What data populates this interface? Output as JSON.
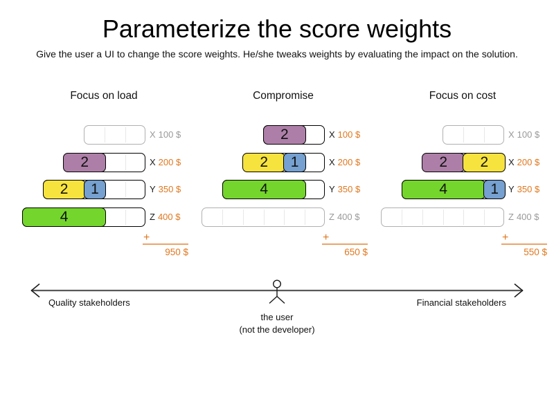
{
  "title": "Parameterize the score weights",
  "subtitle": "Give the user a UI to change the score weights. He/she tweaks weights by evaluating the impact on the solution.",
  "colors": {
    "purple": "#ad7fa8",
    "yellow": "#f7e33d",
    "blue": "#75a0d0",
    "green": "#74d52c",
    "orange": "#e0771e",
    "orange_light": "#eba468",
    "muted": "#999999"
  },
  "columns": [
    {
      "title": "Focus on load",
      "rows": [
        {
          "cells": 3,
          "active": false,
          "blocks": [],
          "label_letter": "X",
          "label_amount": "100 $"
        },
        {
          "cells": 4,
          "active": true,
          "blocks": [
            {
              "value": "2",
              "span": 2,
              "color": "purple"
            }
          ],
          "label_letter": "X",
          "label_amount": "200 $"
        },
        {
          "cells": 5,
          "active": true,
          "blocks": [
            {
              "value": "2",
              "span": 2,
              "color": "yellow"
            },
            {
              "value": "1",
              "span": 1,
              "color": "blue"
            }
          ],
          "label_letter": "Y",
          "label_amount": "350 $"
        },
        {
          "cells": 6,
          "active": true,
          "blocks": [
            {
              "value": "4",
              "span": 4,
              "color": "green"
            }
          ],
          "label_letter": "Z",
          "label_amount": "400 $"
        }
      ],
      "plus_sign": "+",
      "total": "950 $"
    },
    {
      "title": "Compromise",
      "rows": [
        {
          "cells": 3,
          "active": true,
          "blocks": [
            {
              "value": "2",
              "span": 2,
              "color": "purple"
            }
          ],
          "label_letter": "X",
          "label_amount": "100 $"
        },
        {
          "cells": 4,
          "active": true,
          "blocks": [
            {
              "value": "2",
              "span": 2,
              "color": "yellow"
            },
            {
              "value": "1",
              "span": 1,
              "color": "blue"
            }
          ],
          "label_letter": "X",
          "label_amount": "200 $"
        },
        {
          "cells": 5,
          "active": true,
          "blocks": [
            {
              "value": "4",
              "span": 4,
              "color": "green"
            }
          ],
          "label_letter": "Y",
          "label_amount": "350 $"
        },
        {
          "cells": 6,
          "active": false,
          "blocks": [],
          "label_letter": "Z",
          "label_amount": "400 $"
        }
      ],
      "plus_sign": "+",
      "total": "650 $"
    },
    {
      "title": "Focus on cost",
      "rows": [
        {
          "cells": 3,
          "active": false,
          "blocks": [],
          "label_letter": "X",
          "label_amount": "100 $"
        },
        {
          "cells": 4,
          "active": true,
          "blocks": [
            {
              "value": "2",
              "span": 2,
              "color": "purple"
            },
            {
              "value": "2",
              "span": 2,
              "color": "yellow"
            }
          ],
          "label_letter": "X",
          "label_amount": "200 $"
        },
        {
          "cells": 5,
          "active": true,
          "blocks": [
            {
              "value": "4",
              "span": 4,
              "color": "green"
            },
            {
              "value": "1",
              "span": 1,
              "color": "blue"
            }
          ],
          "label_letter": "Y",
          "label_amount": "350 $"
        },
        {
          "cells": 6,
          "active": false,
          "blocks": [],
          "label_letter": "Z",
          "label_amount": "400 $"
        }
      ],
      "plus_sign": "+",
      "total": "550 $"
    }
  ],
  "axis": {
    "left_label": "Quality stakeholders",
    "right_label": "Financial stakeholders",
    "user_label_line1": "the user",
    "user_label_line2": "(not the developer)"
  }
}
